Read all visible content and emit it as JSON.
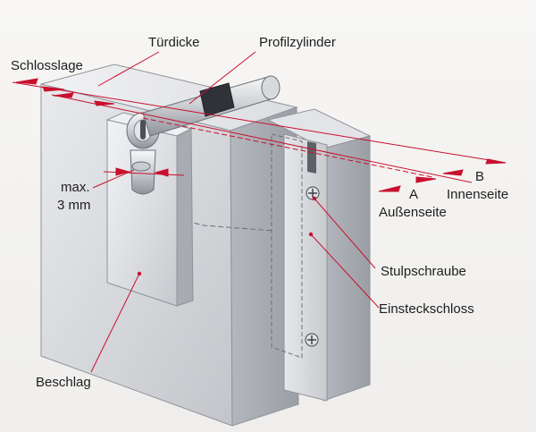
{
  "labels": {
    "schlosslage": "Schlosslage",
    "tuerdicke": "Türdicke",
    "profilzylinder": "Profilzylinder",
    "max": "max.",
    "mm": "3 mm",
    "a": "A",
    "aussenseite": "Außenseite",
    "b": "B",
    "innenseite": "Innenseite",
    "stulpschraube": "Stulpschraube",
    "einsteckschloss": "Einsteckschloss",
    "beschlag": "Beschlag"
  },
  "colors": {
    "dimension_line": "#c8102e",
    "leader_line": "#c8102e",
    "label_text": "#1e1e1e"
  }
}
